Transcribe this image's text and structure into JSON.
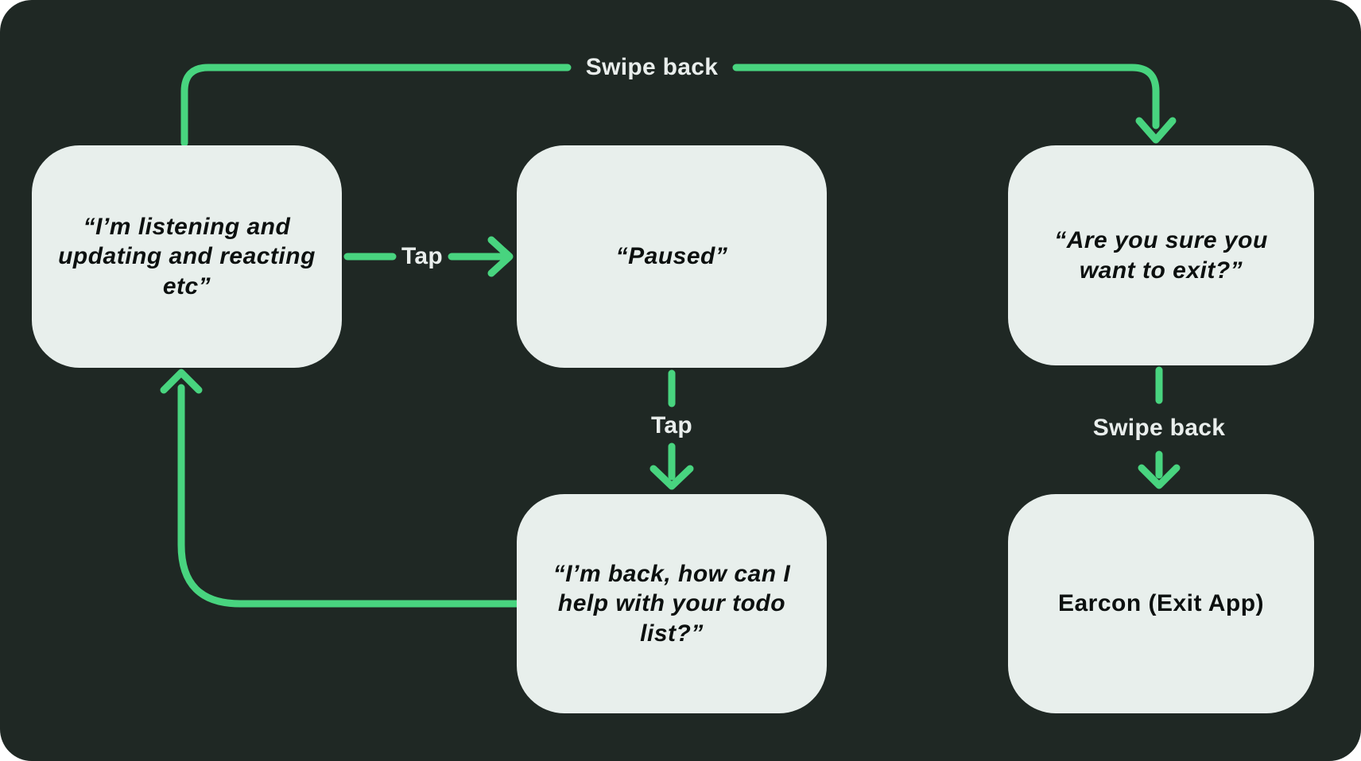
{
  "diagram": {
    "type": "flowchart",
    "nodes": [
      {
        "id": "listening",
        "text": "“I’m listening and\nupdating and reacting\netc”"
      },
      {
        "id": "paused",
        "text": "“Paused”"
      },
      {
        "id": "confirm-exit",
        "text": "“Are you sure you\nwant to exit?”"
      },
      {
        "id": "back-helping",
        "text": "“I’m back, how can I\nhelp with your todo\nlist?”"
      },
      {
        "id": "earcon-exit",
        "text": "Earcon (Exit App)"
      }
    ],
    "labels": {
      "swipe_back_top": "Swipe back",
      "tap_right": "Tap",
      "tap_down": "Tap",
      "swipe_back_down": "Swipe back"
    },
    "colors": {
      "background": "#1f2824",
      "node_fill": "#e8efec",
      "node_text": "#0c100f",
      "arrow_green": "#48d47f",
      "label_text": "#e9eeec"
    }
  }
}
